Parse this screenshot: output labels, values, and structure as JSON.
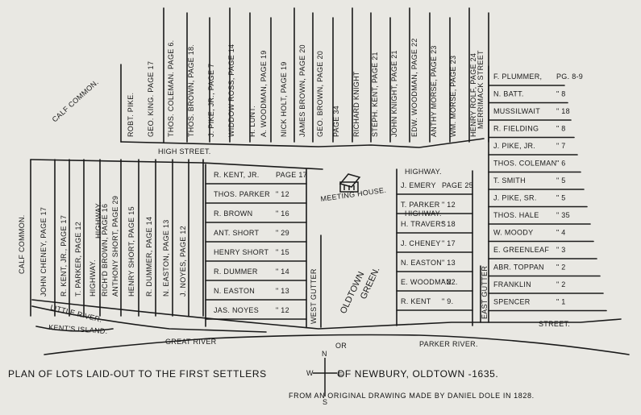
{
  "title_part1": "PLAN OF LOTS LAID-OUT TO THE FIRST SETTLERS",
  "title_part2": "OF NEWBURY, OLDTOWN  -1635.",
  "source": "FROM AN ORIGINAL DRAWING MADE BY DANIEL DOLE IN 1828.",
  "compass": {
    "n": "N",
    "s": "S",
    "e": "E",
    "w": "W"
  },
  "areas": {
    "calf_common_top": "CALF COMMON.",
    "calf_common_left": "CALF COMMON.",
    "high_street": "HIGH STREET.",
    "merrimack_street": "MERRIMACK STREET",
    "meeting_house": "MEETING HOUSE.",
    "oldtown_green_1": "OLDTOWN",
    "oldtown_green_2": "GREEN.",
    "west_gutter": "WEST GUTTER",
    "east_gutter": "EAST GUTTER",
    "little_river": "LITTLE RIVER.",
    "kents_island": "KENT'S ISLAND.",
    "great_river": "GREAT RIVER",
    "or": "OR",
    "parker_river": "PARKER RIVER.",
    "street": "STREET.",
    "highway_a": "HIGHWAY.",
    "highway_b": "HIGHWAY.",
    "highway_c": "HIGHWAY."
  },
  "top_lots": [
    "ROBT. PIKE.",
    "GEO. KING. PAGE 17",
    "THOS. COLEMAN. PAGE 6.",
    "THOS. BROWN, PAGE 18.",
    "J. PIKE, JR., PAGE 7",
    "WIDDOW ROSS, PAGE 14",
    "H. LUNT.",
    "A. WOODMAN, PAGE 19",
    "NICK HOLT, PAGE 19",
    "JAMES BROWN, PAGE 20",
    "GEO. BROWN, PAGE 20",
    "PAGE 34",
    "RICHARD KNIGHT",
    "STEPH. KENT, PAGE 21",
    "JOHN KNIGHT, PAGE 21",
    "EDW. WOODMAN, PAGE 22",
    "ANTHY MORSE, PAGE 23",
    "WM. MORSE, PAGE 23",
    "HENRY ROLF, PAGE 24"
  ],
  "west_lots": [
    "JOHN CHENEY, PAGE 17",
    "R. KENT, JR., PAGE 17",
    "T. PARKER, PAGE 12",
    "HIGHWAY.",
    "RICH'D BROWN, PAGE 16",
    "ANTHONY SHORT, PAGE 29",
    "HENRY SHORT, PAGE 15",
    "R. DUMMER, PAGE 14",
    "N. EASTON, PAGE 13",
    "J. NOYES, PAGE 12"
  ],
  "mid_lots": [
    {
      "name": "R. KENT, JR.",
      "page": "PAGE 17"
    },
    {
      "name": "THOS. PARKER",
      "page": "\" 12"
    },
    {
      "name": "R. BROWN",
      "page": "\" 16"
    },
    {
      "name": "ANT. SHORT",
      "page": "\" 29"
    },
    {
      "name": "HENRY SHORT",
      "page": "\" 15"
    },
    {
      "name": "R. DUMMER",
      "page": "\" 14"
    },
    {
      "name": "N. EASTON",
      "page": "\" 13"
    },
    {
      "name": "JAS. NOYES",
      "page": "\" 12"
    }
  ],
  "green_lots": [
    {
      "name": "J. EMERY",
      "page": "PAGE 25"
    },
    {
      "name": "T. PARKER",
      "page": "\" 12"
    },
    {
      "name": "H. TRAVERS",
      "page": "\" 18"
    },
    {
      "name": "J. CHENEY",
      "page": "\" 17"
    },
    {
      "name": "N. EASTON",
      "page": "\" 13"
    },
    {
      "name": "E. WOODMAN",
      "page": "\" 22."
    },
    {
      "name": "R. KENT",
      "page": "\" 9."
    }
  ],
  "east_lots": [
    {
      "name": "F. PLUMMER,",
      "page": "PG. 8-9"
    },
    {
      "name": "N. BATT.",
      "page": "\" 8"
    },
    {
      "name": "MUSSILWAIT",
      "page": "\" 18"
    },
    {
      "name": "R. FIELDING",
      "page": "\" 8"
    },
    {
      "name": "J. PIKE, JR.",
      "page": "\" 7"
    },
    {
      "name": "THOS. COLEMAN",
      "page": "\" 6"
    },
    {
      "name": "T. SMITH",
      "page": "\" 5"
    },
    {
      "name": "J. PIKE, SR.",
      "page": "\" 5"
    },
    {
      "name": "THOS. HALE",
      "page": "\" 35"
    },
    {
      "name": "W. MOODY",
      "page": "\" 4"
    },
    {
      "name": "E. GREENLEAF",
      "page": "\" 3"
    },
    {
      "name": "ABR. TOPPAN",
      "page": "\" 2"
    },
    {
      "name": "FRANKLIN",
      "page": "\" 2"
    },
    {
      "name": "SPENCER",
      "page": "\" 1"
    }
  ]
}
